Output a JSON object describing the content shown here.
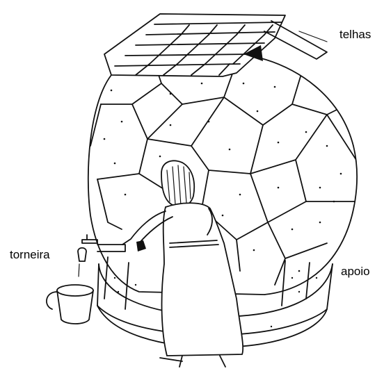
{
  "labels": {
    "roof": "telhas",
    "tap": "torneira",
    "support": "apoio"
  },
  "colors": {
    "ink": "#111111",
    "paper": "#ffffff"
  }
}
